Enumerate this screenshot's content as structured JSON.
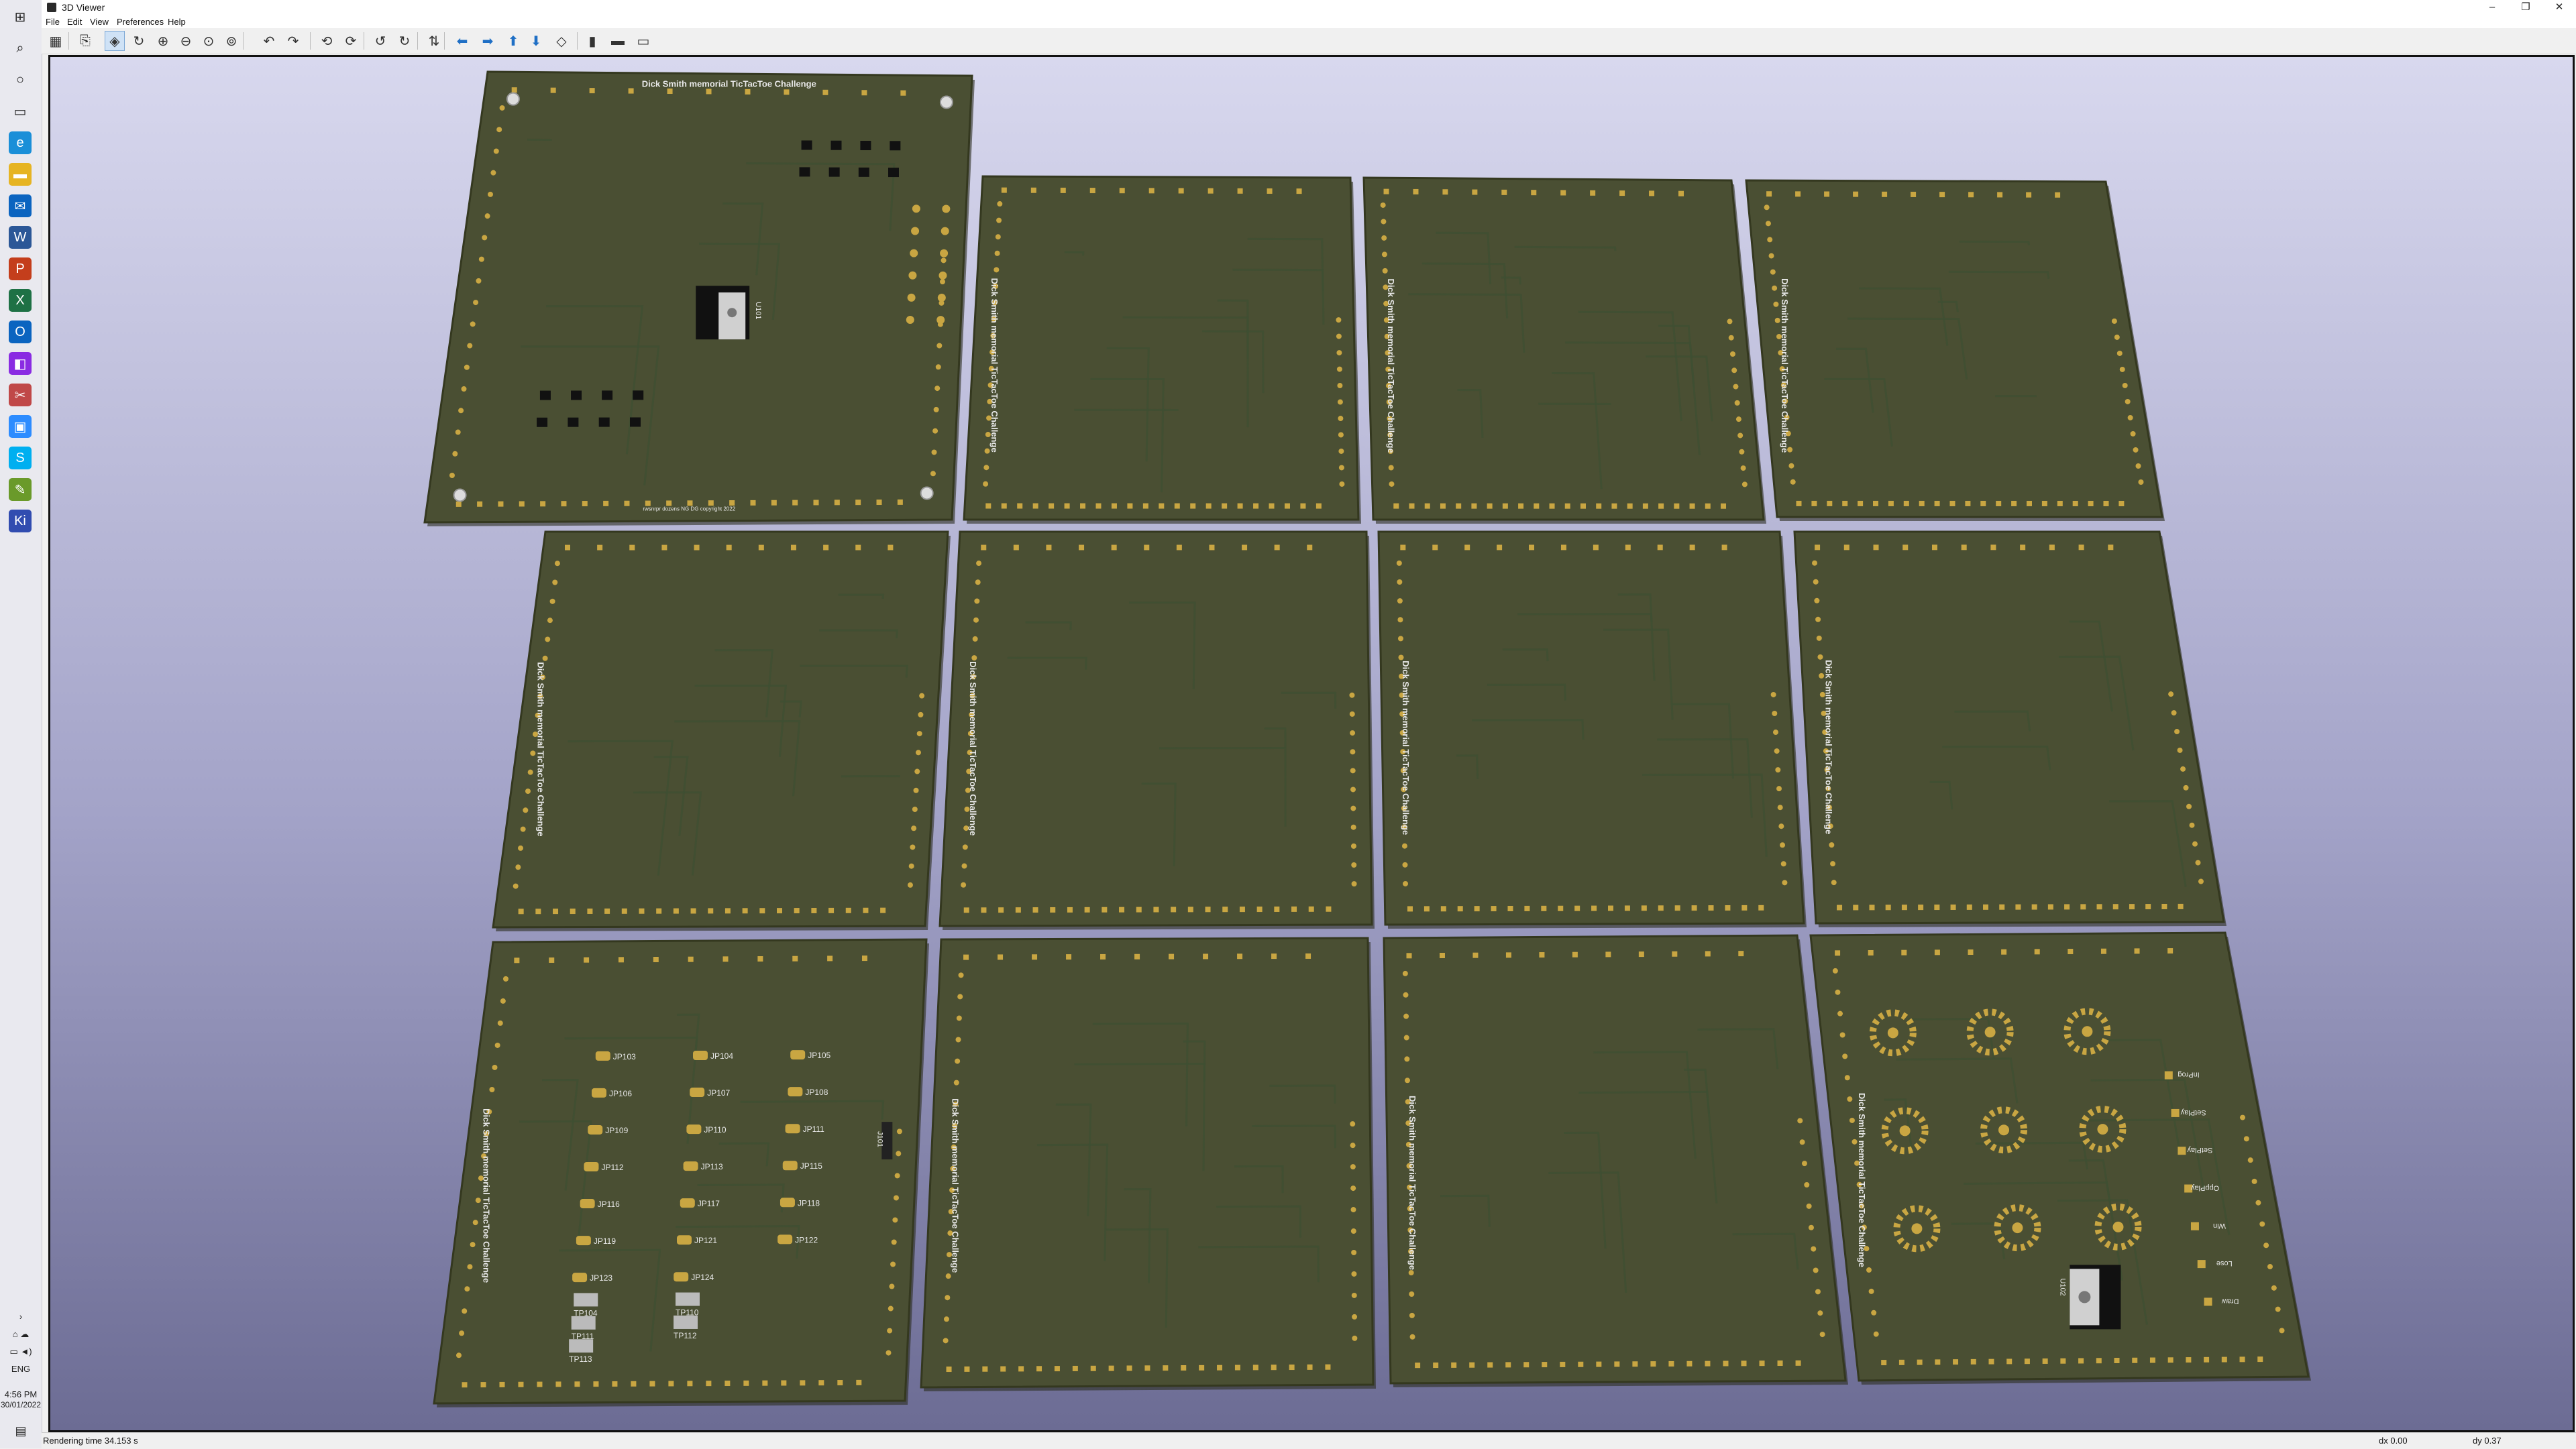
{
  "window": {
    "title": "3D Viewer",
    "controls": [
      "–",
      "❐",
      "✕"
    ]
  },
  "menu": [
    "File",
    "Edit",
    "View",
    "Preferences",
    "Help"
  ],
  "toolbar": {
    "icons": [
      "render-icon",
      "copy-icon",
      "raytrace-icon",
      "reload-icon",
      "zoom-in-icon",
      "zoom-out-icon",
      "zoom-fit-icon",
      "zoom-auto-icon",
      "rotate-x-cw-icon",
      "rotate-x-ccw-icon",
      "rotate-y-cw-icon",
      "rotate-y-ccw-icon",
      "rotate-z-cw-icon",
      "rotate-z-ccw-icon",
      "flip-board-icon",
      "move-left-icon",
      "move-right-icon",
      "move-up-icon",
      "move-down-icon",
      "ortho-icon",
      "through-hole-icon",
      "smd-icon",
      "virtual-icon"
    ]
  },
  "taskbar": {
    "icons": [
      "start-icon",
      "search-icon",
      "cortana-icon",
      "taskview-icon",
      "edge-icon",
      "explorer-icon",
      "outlook-icon",
      "word-icon",
      "powerpoint-icon",
      "excel-icon",
      "outlook2-icon",
      "paint-icon",
      "snip-icon",
      "zoom-icon",
      "skype-icon",
      "notepad-icon",
      "kicad-icon"
    ],
    "language": "ENG",
    "time": "4:56 PM",
    "date": "30/01/2022"
  },
  "board": {
    "title": "Dick Smith memorial TicTacToe Challenge",
    "footer": "rwsnrpr dozens NG DG copyright 2022",
    "top_left_ref": "U101",
    "bottom_right_ref": "U102",
    "jumper_labels": [
      "JP103",
      "JP104",
      "JP105",
      "JP106",
      "JP107",
      "JP108",
      "JP109",
      "JP110",
      "JP111",
      "JP112",
      "JP113",
      "JP115",
      "JP116",
      "JP117",
      "JP118",
      "JP119",
      "JP121",
      "JP122",
      "JP123",
      "JP124"
    ],
    "testpoint_labels": [
      "TP104",
      "TP110",
      "TP111",
      "TP112",
      "TP113"
    ],
    "connector_ref": "J101",
    "game_labels": [
      "InProg",
      "SetPlay",
      "SetPlay",
      "OppPlay",
      "Win",
      "Lose",
      "Draw"
    ],
    "colors": {
      "board": "#4a4f33",
      "board_edge": "#34381f",
      "pad": "#c9a642",
      "trace": "#3f4f32",
      "silk": "#e8e8e8"
    }
  },
  "status": {
    "render_time": "Rendering time 34.153 s",
    "dx": "dx 0.00",
    "dy": "dy 0.37"
  }
}
